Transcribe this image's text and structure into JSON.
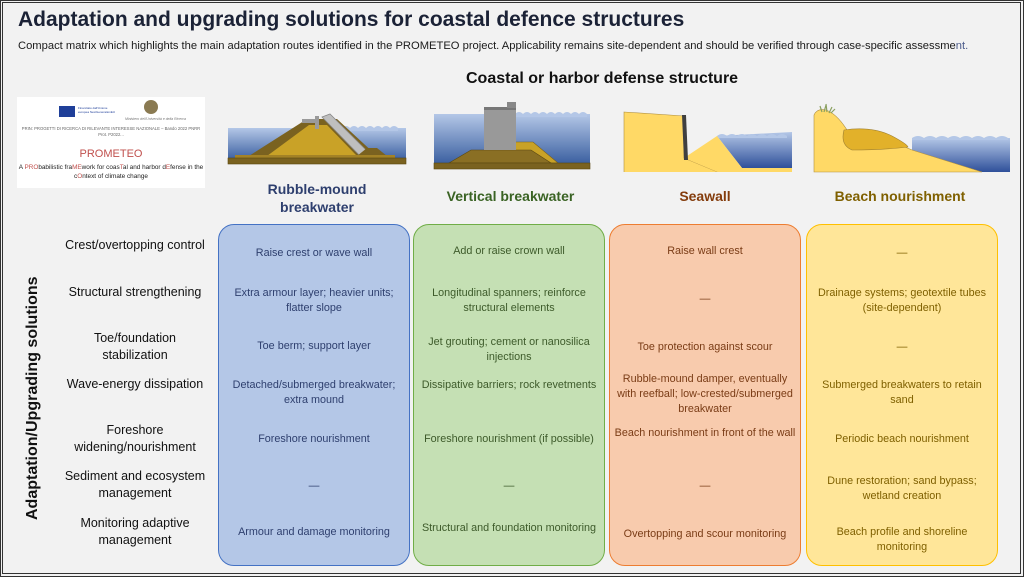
{
  "header": {
    "title": "Adaptation and upgrading solutions for coastal defence structures",
    "subtitle": "Compact matrix which highlights the main adaptation routes identified in the PROMETEO project. Applicability remains site-dependent and should be verified through case-specific assessme",
    "subtitle_tail": "nt."
  },
  "structure_axis_title": "Coastal or harbor defense structure",
  "solutions_axis_title": "Adaptation/Upgrading solutions",
  "logo": {
    "eu_text": "Finanziato dall'Unione europea NextGenerationEU",
    "ministry_text": "Ministero dell'Università e della Ricerca",
    "prin_line": "PRIN: PROGETTI DI RICERCA DI RILEVANTE INTERESSE NAZIONALE – Bando 2022 PNRR",
    "prot_line": "Prot. P2022...",
    "project_name": "PROMETEO",
    "desc_parts": [
      "A ",
      "PRO",
      "babilistic fra",
      "ME",
      "work for coas",
      "T",
      "al and harbor d",
      "E",
      "fense in the c",
      "O",
      "ntext of climate change"
    ]
  },
  "rows": [
    "Crest/overtopping control",
    "Structural strengthening",
    "Toe/foundation stabilization",
    "Wave-energy dissipation",
    "Foreshore widening/nourishment",
    "Sediment and ecosystem management",
    "Monitoring adaptive management"
  ],
  "columns": [
    {
      "name": "Rubble-mound breakwater",
      "title_color": "#2e3f6e",
      "card_bg": "#b4c7e7",
      "card_border": "#4472c4",
      "text_color": "#2e3f6e",
      "cells": [
        "Raise crest or wave wall",
        "Extra armour layer; heavier units; flatter slope",
        "Toe berm; support layer",
        "Detached/submerged breakwater; extra mound",
        "Foreshore nourishment",
        "—",
        "Armour and damage monitoring"
      ]
    },
    {
      "name": "Vertical breakwater",
      "title_color": "#3a6324",
      "card_bg": "#c5e0b4",
      "card_border": "#70ad47",
      "text_color": "#3d5a2a",
      "cells": [
        "Add or raise crown wall",
        "Longitudinal spanners; reinforce structural elements",
        "Jet grouting; cement or nanosilica injections",
        "Dissipative barriers; rock revetments",
        "Foreshore nourishment (if possible)",
        "—",
        "Structural and foundation monitoring"
      ]
    },
    {
      "name": "Seawall",
      "title_color": "#843c0c",
      "card_bg": "#f8cbad",
      "card_border": "#ed7d31",
      "text_color": "#7a3c16",
      "cells": [
        "Raise wall crest",
        "—",
        "Toe protection against scour",
        "Rubble-mound damper, eventually with reefball; low-crested/submerged breakwater",
        "Beach nourishment in front of the wall",
        "—",
        "Overtopping and scour monitoring"
      ]
    },
    {
      "name": "Beach nourishment",
      "title_color": "#7f6000",
      "card_bg": "#ffe699",
      "card_border": "#ffc000",
      "text_color": "#7f6000",
      "cells": [
        "—",
        "Drainage systems; geotextile tubes (site-dependent)",
        "—",
        "Submerged breakwaters to retain sand",
        "Periodic beach nourishment",
        "Dune restoration; sand bypass; wetland creation",
        "Beach profile and shoreline monitoring"
      ]
    }
  ]
}
